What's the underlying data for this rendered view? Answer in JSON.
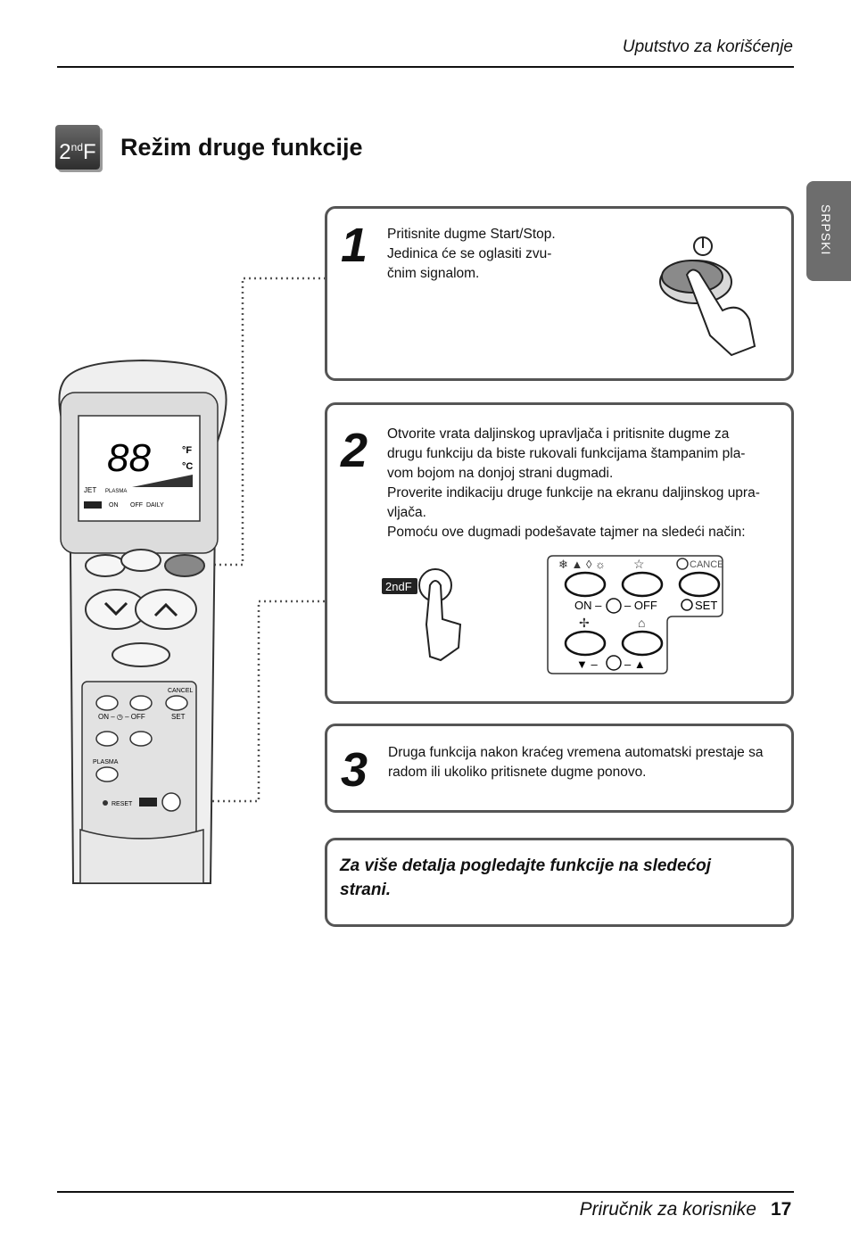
{
  "header": {
    "title": "Uputstvo za korišćenje"
  },
  "section": {
    "icon_main": "2",
    "icon_sup": "nd",
    "icon_end": "F",
    "title": "Režim druge funkcije"
  },
  "side_tab": {
    "label": "SRPSKI"
  },
  "steps": [
    {
      "num": "1",
      "text": "Pritisnite dugme Start/Stop.\nJedinica će se oglasiti zvu-\nčnim signalom."
    },
    {
      "num": "2",
      "text": "Otvorite vrata daljinskog upravljača i pritisnite dugme za\ndrugu funkciju da biste rukovali funkcijama štampanim pla-\nvom bojom na donjoj strani dugmadi.\nProverite indikaciju druge funkcije na ekranu daljinskog upra-\nvljača.\nPomoću ove dugmadi podešavate tajmer na sledeći način:"
    },
    {
      "num": "3",
      "text": "Druga funkcija nakon kraćeg vremena automatski prestaje sa\nradom ili ukoliko pritisnete dugme ponovo."
    }
  ],
  "note": {
    "text": "Za više detalja pogledajte funkcije na sledećoj\nstrani."
  },
  "button_panel": {
    "cancel": "CANCEL",
    "on": "ON –",
    "off": "– OFF",
    "set": "SET",
    "down": "▼ –",
    "up": "– ▲"
  },
  "remote": {
    "jet": "JET",
    "plasma": "PLASMA",
    "on": "ON",
    "off": "OFF",
    "daily": "DAILY",
    "cancel": "CANCEL",
    "on_off": "ON – ◷ – OFF",
    "set": "SET",
    "reset": "RESET",
    "plasma_btn": "PLASMA",
    "segments": "88",
    "unit_f": "°F",
    "unit_c": "°C"
  },
  "footer": {
    "title": "Priručnik za korisnike",
    "page": "17"
  },
  "colors": {
    "accent_gray": "#6d6d6d",
    "border": "#555555"
  }
}
